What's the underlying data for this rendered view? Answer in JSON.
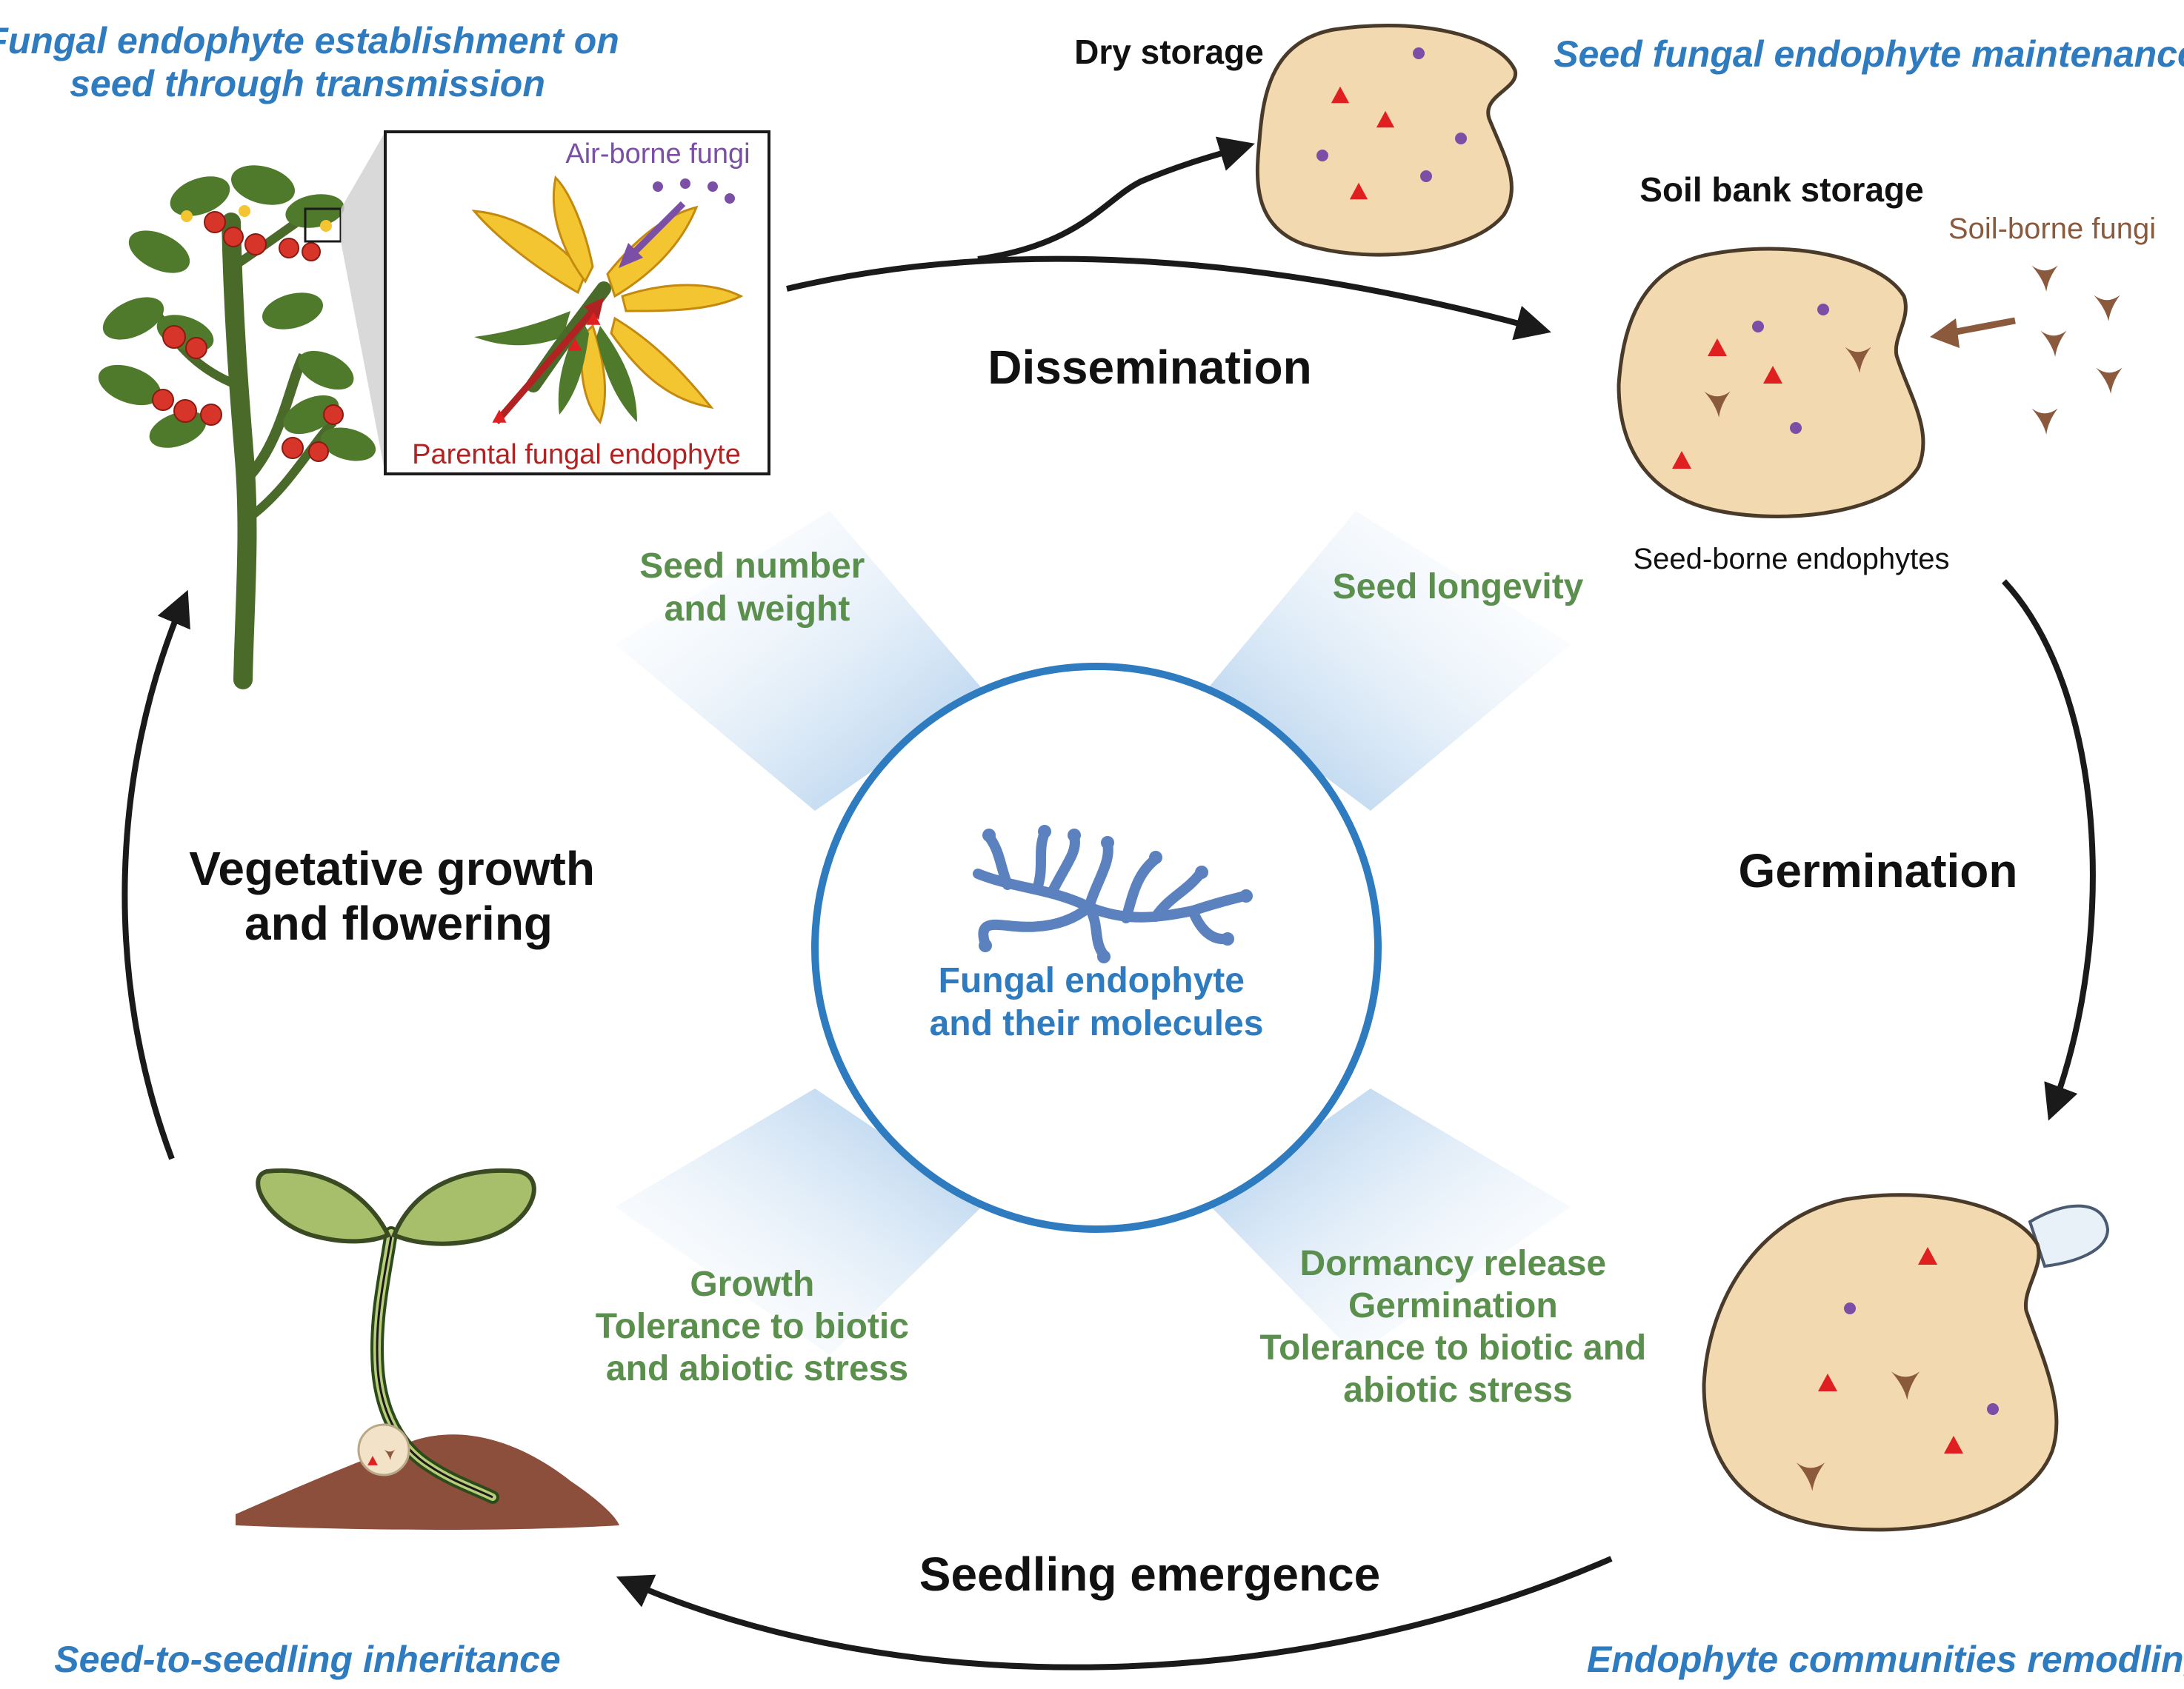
{
  "stage_titles": {
    "establishment": [
      "Fungal endophyte establishment on",
      "seed through transmission"
    ],
    "maintenance": "Seed fungal endophyte maintenance",
    "inheritance": "Seed-to-seedling inheritance",
    "remodeling": "Endophyte communities remodling"
  },
  "phases": {
    "dissemination": "Dissemination",
    "germination": "Germination",
    "seedling_emergence": "Seedling emergence",
    "vegetative": [
      "Vegetative growth",
      "and flowering"
    ]
  },
  "storage": {
    "dry": "Dry storage",
    "soil_bank": "Soil bank storage",
    "soil_borne": "Soil-borne fungi",
    "seed_borne": "Seed-borne endophytes"
  },
  "flower_inset": {
    "air_borne": "Air-borne fungi",
    "parental": "Parental fungal endophyte"
  },
  "center": [
    "Fungal endophyte",
    "and their molecules"
  ],
  "effects": {
    "seed_number": [
      "Seed number",
      "and weight"
    ],
    "seed_longevity": [
      "Seed longevity"
    ],
    "dormancy": [
      "Dormancy release",
      "Germination",
      "Tolerance to biotic and",
      "abiotic stress"
    ],
    "growth": [
      "Growth",
      "Tolerance to biotic",
      "and abiotic stress"
    ]
  },
  "colors": {
    "title_blue": "#2e7bbf",
    "effect_green": "#5b8f4e",
    "seed_fill": "#f2d9b0",
    "seed_stroke": "#4a3a2a",
    "endophyte_red": "#e02020",
    "airborne_purple": "#7b4fa6",
    "soilborne_brown": "#8b5a3c",
    "parental_red": "#b22222"
  }
}
